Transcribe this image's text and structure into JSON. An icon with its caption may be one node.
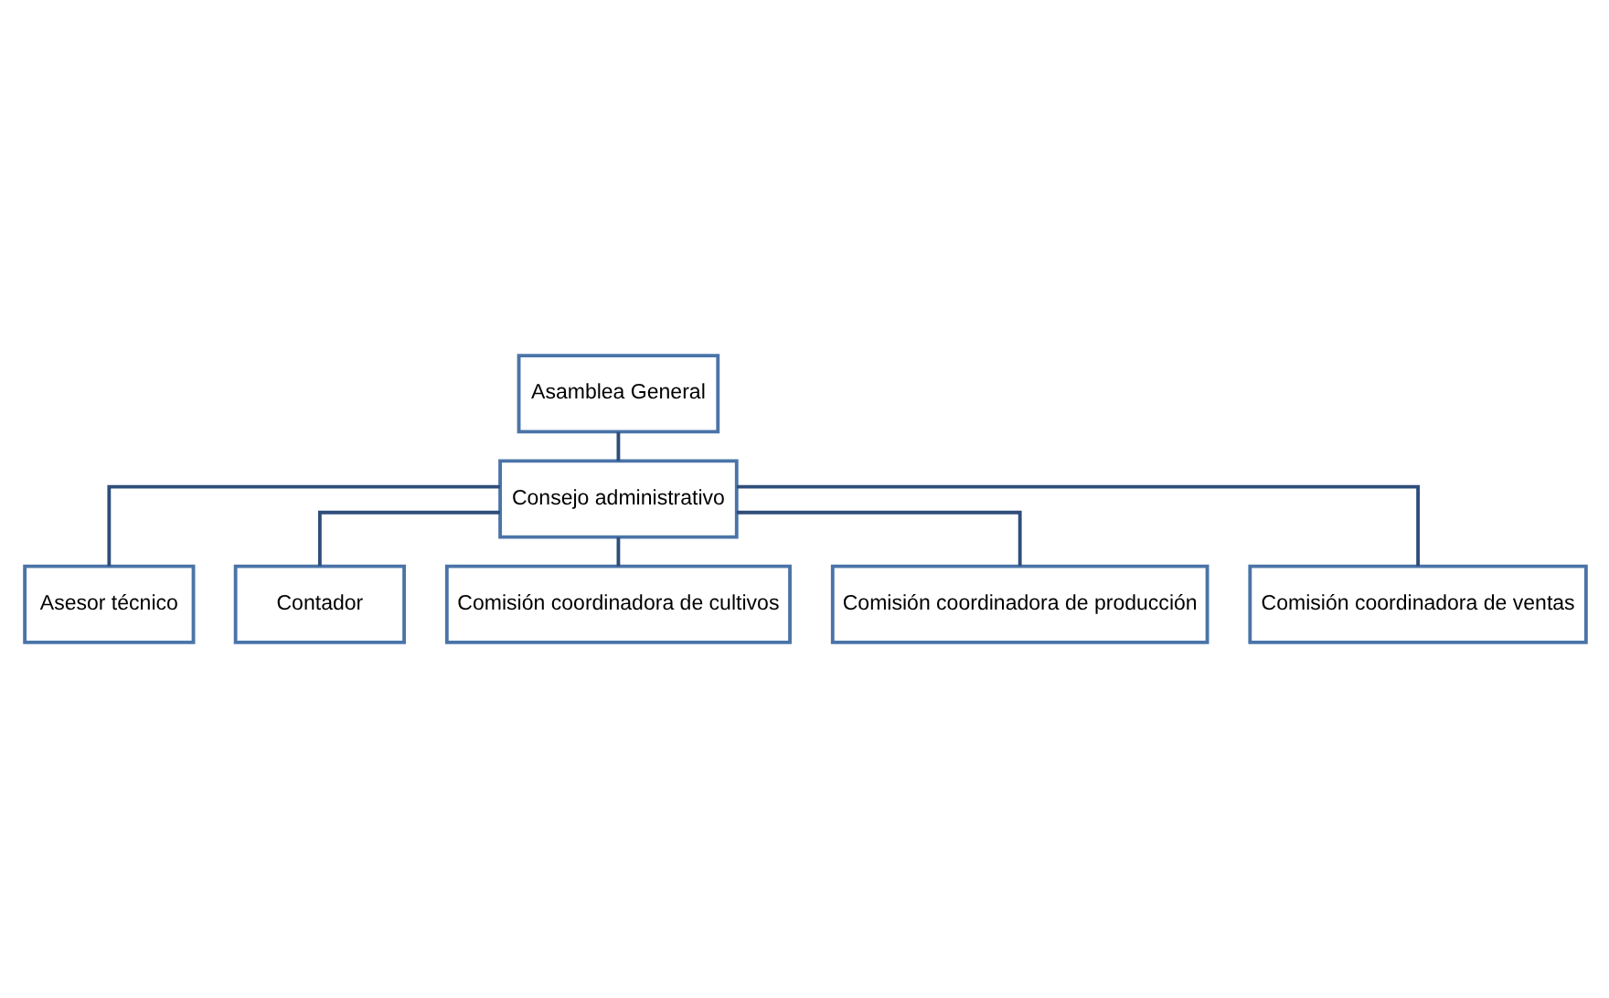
{
  "diagram": {
    "nodes": [
      {
        "text": [
          "Asamblea General"
        ]
      },
      {
        "text": [
          "Consejo administrativo"
        ]
      },
      {
        "text": [
          "Asesor técnico"
        ]
      },
      {
        "text": [
          "Contador"
        ]
      },
      {
        "text": [
          "Comisión coordinadora de cultivos"
        ]
      },
      {
        "text": [
          "Comisión coordinadora de producción"
        ]
      },
      {
        "text": [
          "Comisión coordinadora de ventas"
        ]
      }
    ],
    "edges": [
      {
        "from": 0,
        "to": 1,
        "arrow": "none"
      },
      {
        "from": 1,
        "to": 2,
        "arrow": "none"
      },
      {
        "from": 1,
        "to": 3,
        "arrow": "none"
      },
      {
        "from": 1,
        "to": 4,
        "arrow": "none"
      },
      {
        "from": 1,
        "to": 5,
        "arrow": "none"
      },
      {
        "from": 1,
        "to": 6,
        "arrow": "none"
      }
    ]
  }
}
